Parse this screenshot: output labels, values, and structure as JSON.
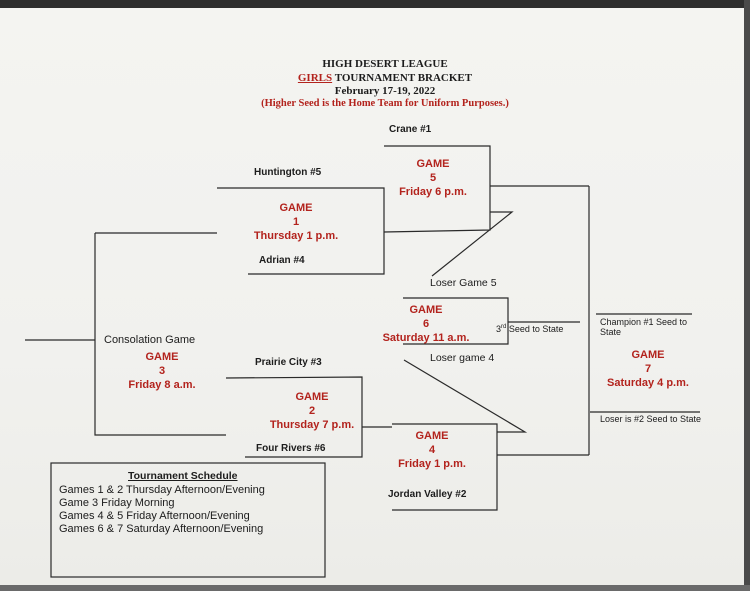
{
  "header": {
    "league": "HIGH DESERT LEAGUE",
    "girls": "GIRLS",
    "bracket_title": "TOURNAMENT BRACKET",
    "dates": "February 17-19, 2022",
    "note": "(Higher Seed is the Home Team for Uniform Purposes.)"
  },
  "teams": {
    "crane": "Crane #1",
    "huntington": "Huntington #5",
    "adrian": "Adrian #4",
    "prairie_city": "Prairie City #3",
    "four_rivers": "Four Rivers #6",
    "jordan_valley": "Jordan Valley #2"
  },
  "games": {
    "g1": {
      "label": "GAME",
      "num": "1",
      "time": "Thursday 1 p.m."
    },
    "g2": {
      "label": "GAME",
      "num": "2",
      "time": "Thursday 7 p.m."
    },
    "g3": {
      "label": "GAME",
      "num": "3",
      "time": "Friday 8 a.m."
    },
    "g4": {
      "label": "GAME",
      "num": "4",
      "time": "Friday 1 p.m."
    },
    "g5": {
      "label": "GAME",
      "num": "5",
      "time": "Friday 6 p.m."
    },
    "g6": {
      "label": "GAME",
      "num": "6",
      "time": "Saturday 11 a.m."
    },
    "g7": {
      "label": "GAME",
      "num": "7",
      "time": "Saturday 4 p.m."
    }
  },
  "labels": {
    "consolation": "Consolation Game",
    "loser_g5": "Loser Game 5",
    "loser_g4": "Loser game 4",
    "third_seed_super": "rd",
    "third_seed_prefix": "3",
    "third_seed_rest": " Seed to State",
    "champion_line1": "Champion #1 Seed to",
    "champion_line2": "State",
    "loser_seed2": "Loser is #2 Seed to State"
  },
  "schedule": {
    "title": "Tournament Schedule",
    "lines": [
      "Games 1 & 2 Thursday Afternoon/Evening",
      "Game 3 Friday Morning",
      "Games 4 & 5 Friday Afternoon/Evening",
      "Games 6 & 7 Saturday Afternoon/Evening"
    ]
  },
  "colors": {
    "accent_red": "#b3231d",
    "ink": "#1c1c1c",
    "paper": "#f2f2ef"
  }
}
